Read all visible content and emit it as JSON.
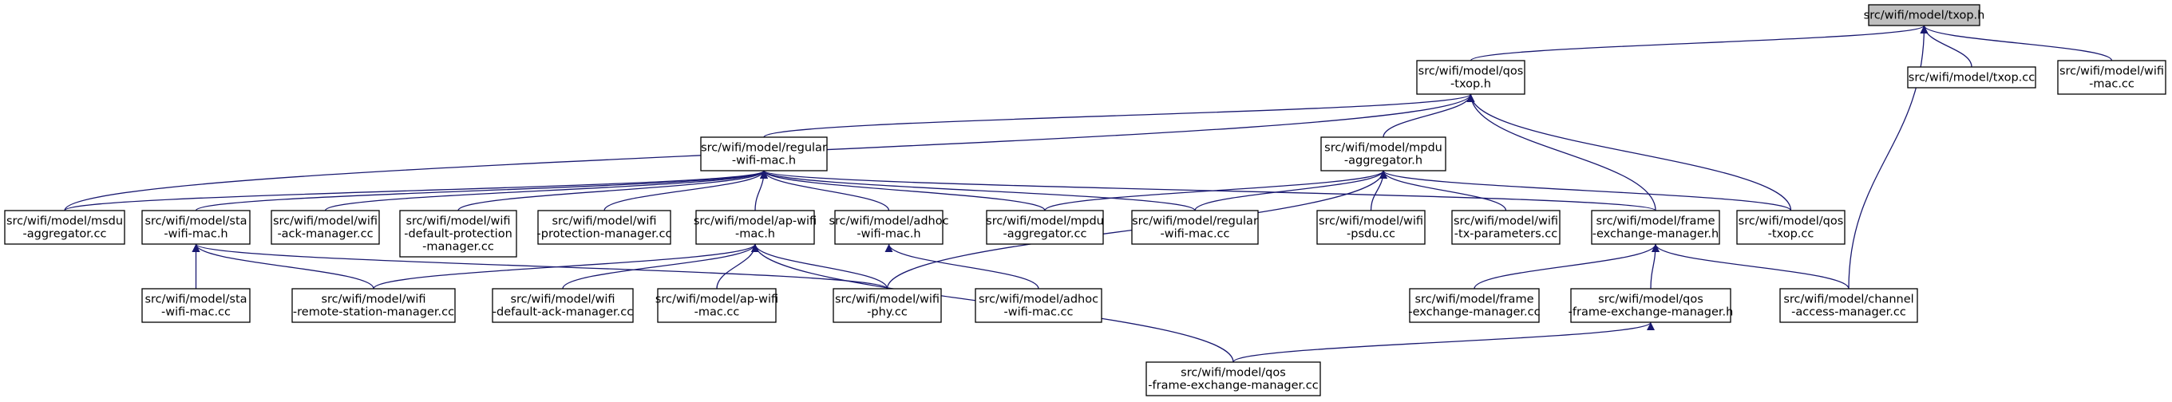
{
  "colors": {
    "edge": "#191970",
    "root_fill": "#bfbfbf",
    "node_fill": "#ffffff",
    "border": "#000000"
  },
  "nodes": [
    {
      "id": "txop_h",
      "lines": [
        "src/wifi/model/txop.h"
      ],
      "root": true
    },
    {
      "id": "qos_txop_h",
      "lines": [
        "src/wifi/model/qos",
        "-txop.h"
      ]
    },
    {
      "id": "txop_cc",
      "lines": [
        "src/wifi/model/txop.cc"
      ]
    },
    {
      "id": "wifi_mac_cc",
      "lines": [
        "src/wifi/model/wifi",
        "-mac.cc"
      ]
    },
    {
      "id": "regular_wifi_mac_h",
      "lines": [
        "src/wifi/model/regular",
        "-wifi-mac.h"
      ]
    },
    {
      "id": "mpdu_aggregator_h",
      "lines": [
        "src/wifi/model/mpdu",
        "-aggregator.h"
      ]
    },
    {
      "id": "msdu_aggregator_cc",
      "lines": [
        "src/wifi/model/msdu",
        "-aggregator.cc"
      ]
    },
    {
      "id": "sta_wifi_mac_h",
      "lines": [
        "src/wifi/model/sta",
        "-wifi-mac.h"
      ]
    },
    {
      "id": "wifi_ack_manager_cc",
      "lines": [
        "src/wifi/model/wifi",
        "-ack-manager.cc"
      ]
    },
    {
      "id": "wifi_default_protection_manager_cc",
      "lines": [
        "src/wifi/model/wifi",
        "-default-protection",
        "-manager.cc"
      ]
    },
    {
      "id": "wifi_protection_manager_cc",
      "lines": [
        "src/wifi/model/wifi",
        "-protection-manager.cc"
      ]
    },
    {
      "id": "ap_wifi_mac_h",
      "lines": [
        "src/wifi/model/ap-wifi",
        "-mac.h"
      ]
    },
    {
      "id": "adhoc_wifi_mac_h",
      "lines": [
        "src/wifi/model/adhoc",
        "-wifi-mac.h"
      ]
    },
    {
      "id": "mpdu_aggregator_cc",
      "lines": [
        "src/wifi/model/mpdu",
        "-aggregator.cc"
      ]
    },
    {
      "id": "regular_wifi_mac_cc",
      "lines": [
        "src/wifi/model/regular",
        "-wifi-mac.cc"
      ]
    },
    {
      "id": "wifi_psdu_cc",
      "lines": [
        "src/wifi/model/wifi",
        "-psdu.cc"
      ]
    },
    {
      "id": "wifi_tx_parameters_cc",
      "lines": [
        "src/wifi/model/wifi",
        "-tx-parameters.cc"
      ]
    },
    {
      "id": "frame_exchange_manager_h",
      "lines": [
        "src/wifi/model/frame",
        "-exchange-manager.h"
      ]
    },
    {
      "id": "qos_txop_cc",
      "lines": [
        "src/wifi/model/qos",
        "-txop.cc"
      ]
    },
    {
      "id": "sta_wifi_mac_cc",
      "lines": [
        "src/wifi/model/sta",
        "-wifi-mac.cc"
      ]
    },
    {
      "id": "wifi_remote_station_manager_cc",
      "lines": [
        "src/wifi/model/wifi",
        "-remote-station-manager.cc"
      ]
    },
    {
      "id": "wifi_default_ack_manager_cc",
      "lines": [
        "src/wifi/model/wifi",
        "-default-ack-manager.cc"
      ]
    },
    {
      "id": "ap_wifi_mac_cc",
      "lines": [
        "src/wifi/model/ap-wifi",
        "-mac.cc"
      ]
    },
    {
      "id": "wifi_phy_cc",
      "lines": [
        "src/wifi/model/wifi",
        "-phy.cc"
      ]
    },
    {
      "id": "adhoc_wifi_mac_cc",
      "lines": [
        "src/wifi/model/adhoc",
        "-wifi-mac.cc"
      ]
    },
    {
      "id": "frame_exchange_manager_cc",
      "lines": [
        "src/wifi/model/frame",
        "-exchange-manager.cc"
      ]
    },
    {
      "id": "qos_frame_exchange_manager_h",
      "lines": [
        "src/wifi/model/qos",
        "-frame-exchange-manager.h"
      ]
    },
    {
      "id": "channel_access_manager_cc",
      "lines": [
        "src/wifi/model/channel",
        "-access-manager.cc"
      ]
    },
    {
      "id": "qos_frame_exchange_manager_cc",
      "lines": [
        "src/wifi/model/qos",
        "-frame-exchange-manager.cc"
      ]
    }
  ],
  "edges": [
    {
      "from": "qos_txop_h",
      "to": "txop_h"
    },
    {
      "from": "txop_cc",
      "to": "txop_h"
    },
    {
      "from": "wifi_mac_cc",
      "to": "txop_h"
    },
    {
      "from": "channel_access_manager_cc",
      "to": "txop_h"
    },
    {
      "from": "regular_wifi_mac_h",
      "to": "qos_txop_h"
    },
    {
      "from": "mpdu_aggregator_h",
      "to": "qos_txop_h"
    },
    {
      "from": "msdu_aggregator_cc",
      "to": "qos_txop_h"
    },
    {
      "from": "frame_exchange_manager_h",
      "to": "qos_txop_h"
    },
    {
      "from": "qos_txop_cc",
      "to": "qos_txop_h"
    },
    {
      "from": "msdu_aggregator_cc",
      "to": "regular_wifi_mac_h"
    },
    {
      "from": "sta_wifi_mac_h",
      "to": "regular_wifi_mac_h"
    },
    {
      "from": "wifi_ack_manager_cc",
      "to": "regular_wifi_mac_h"
    },
    {
      "from": "wifi_default_protection_manager_cc",
      "to": "regular_wifi_mac_h"
    },
    {
      "from": "wifi_protection_manager_cc",
      "to": "regular_wifi_mac_h"
    },
    {
      "from": "ap_wifi_mac_h",
      "to": "regular_wifi_mac_h"
    },
    {
      "from": "adhoc_wifi_mac_h",
      "to": "regular_wifi_mac_h"
    },
    {
      "from": "mpdu_aggregator_cc",
      "to": "regular_wifi_mac_h"
    },
    {
      "from": "regular_wifi_mac_cc",
      "to": "regular_wifi_mac_h"
    },
    {
      "from": "frame_exchange_manager_h",
      "to": "regular_wifi_mac_h"
    },
    {
      "from": "mpdu_aggregator_cc",
      "to": "mpdu_aggregator_h"
    },
    {
      "from": "regular_wifi_mac_cc",
      "to": "mpdu_aggregator_h"
    },
    {
      "from": "wifi_psdu_cc",
      "to": "mpdu_aggregator_h"
    },
    {
      "from": "wifi_tx_parameters_cc",
      "to": "mpdu_aggregator_h"
    },
    {
      "from": "qos_txop_cc",
      "to": "mpdu_aggregator_h"
    },
    {
      "from": "wifi_phy_cc",
      "to": "mpdu_aggregator_h"
    },
    {
      "from": "sta_wifi_mac_cc",
      "to": "sta_wifi_mac_h"
    },
    {
      "from": "wifi_remote_station_manager_cc",
      "to": "sta_wifi_mac_h"
    },
    {
      "from": "wifi_phy_cc",
      "to": "sta_wifi_mac_h"
    },
    {
      "from": "wifi_remote_station_manager_cc",
      "to": "ap_wifi_mac_h"
    },
    {
      "from": "wifi_default_ack_manager_cc",
      "to": "ap_wifi_mac_h"
    },
    {
      "from": "ap_wifi_mac_cc",
      "to": "ap_wifi_mac_h"
    },
    {
      "from": "wifi_phy_cc",
      "to": "ap_wifi_mac_h"
    },
    {
      "from": "qos_frame_exchange_manager_cc",
      "to": "ap_wifi_mac_h"
    },
    {
      "from": "adhoc_wifi_mac_cc",
      "to": "adhoc_wifi_mac_h"
    },
    {
      "from": "frame_exchange_manager_cc",
      "to": "frame_exchange_manager_h"
    },
    {
      "from": "qos_frame_exchange_manager_h",
      "to": "frame_exchange_manager_h"
    },
    {
      "from": "channel_access_manager_cc",
      "to": "frame_exchange_manager_h"
    },
    {
      "from": "qos_frame_exchange_manager_cc",
      "to": "qos_frame_exchange_manager_h"
    }
  ]
}
